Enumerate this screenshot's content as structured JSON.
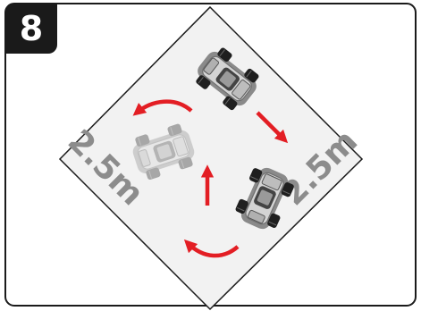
{
  "step": {
    "number": "8"
  },
  "diagram": {
    "side_label_left": "2.5m",
    "side_label_right": "2.5m",
    "arrow_color": "#e31e24",
    "area_color": "#f2f2f2",
    "frame_color": "#1a1a1a",
    "car_icon": "rc-truck-icon",
    "arrow_icon": "red-arrow-icon"
  }
}
